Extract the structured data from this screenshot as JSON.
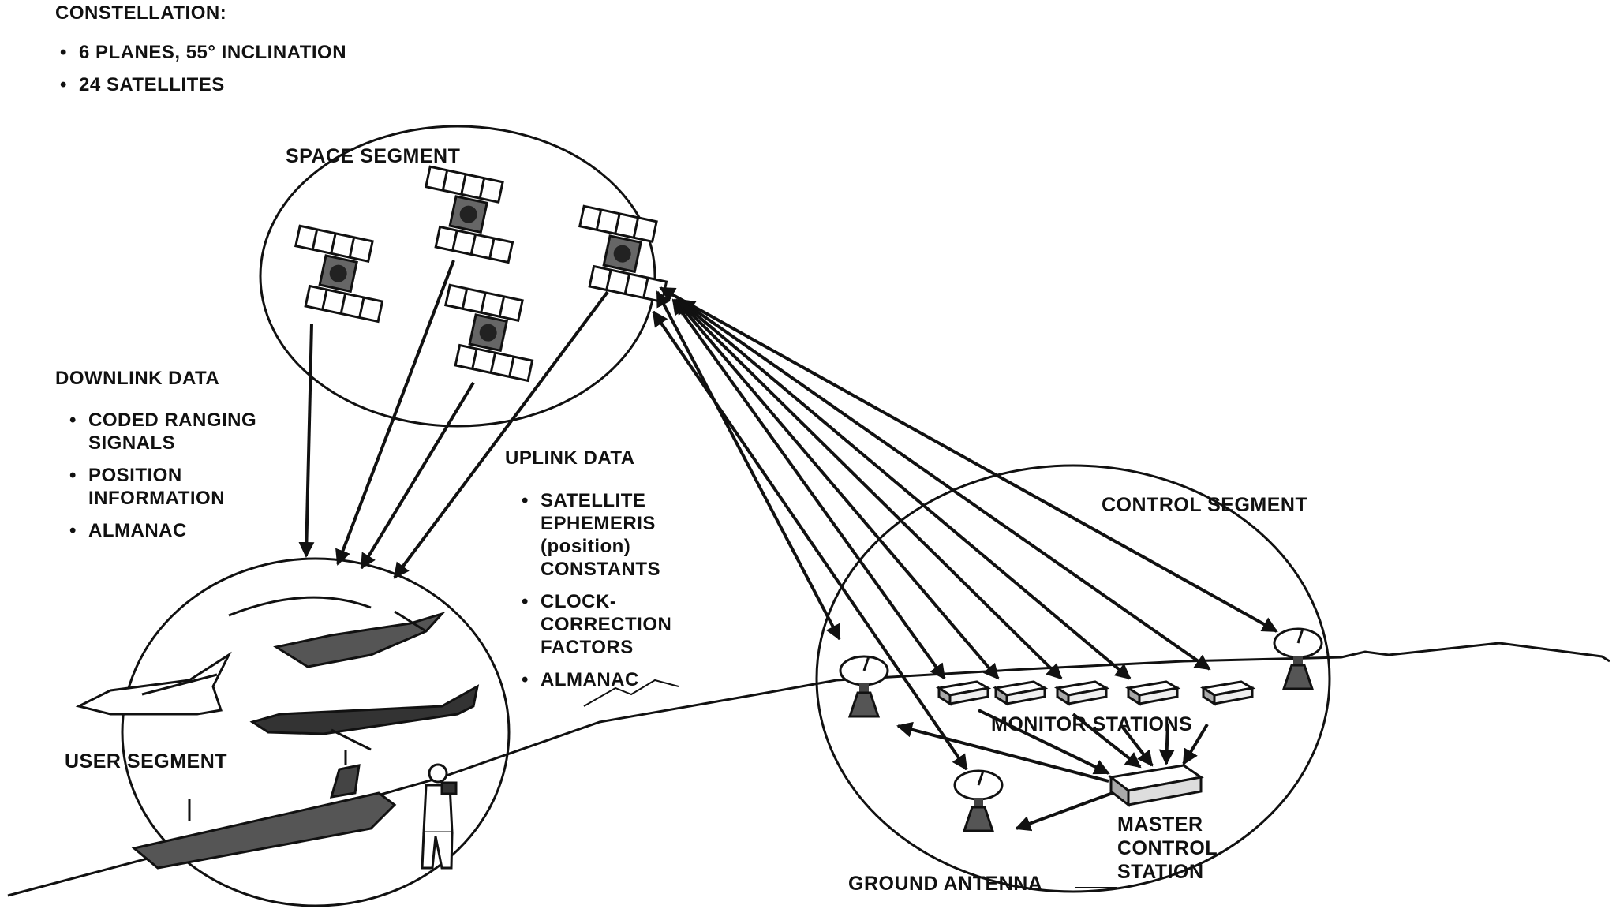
{
  "constellation": {
    "title": "CONSTELLATION:",
    "items": [
      "6 PLANES, 55° INCLINATION",
      "24 SATELLITES"
    ]
  },
  "space_segment": {
    "label": "SPACE SEGMENT"
  },
  "downlink": {
    "title": "DOWNLINK DATA",
    "items": [
      "CODED RANGING\nSIGNALS",
      "POSITION\nINFORMATION",
      "ALMANAC"
    ]
  },
  "uplink": {
    "title": "UPLINK DATA",
    "items": [
      "SATELLITE\nEPHEMERIS\n(position)\nCONSTANTS",
      "CLOCK-\nCORRECTION\nFACTORS",
      "ALMANAC"
    ]
  },
  "user_segment": {
    "label": "USER SEGMENT"
  },
  "control_segment": {
    "label": "CONTROL SEGMENT",
    "monitor_stations": "MONITOR STATIONS",
    "master_control_station": "MASTER\nCONTROL\nSTATION",
    "ground_antenna": "GROUND ANTENNA"
  },
  "colors": {
    "ink": "#111111",
    "background": "#ffffff"
  }
}
